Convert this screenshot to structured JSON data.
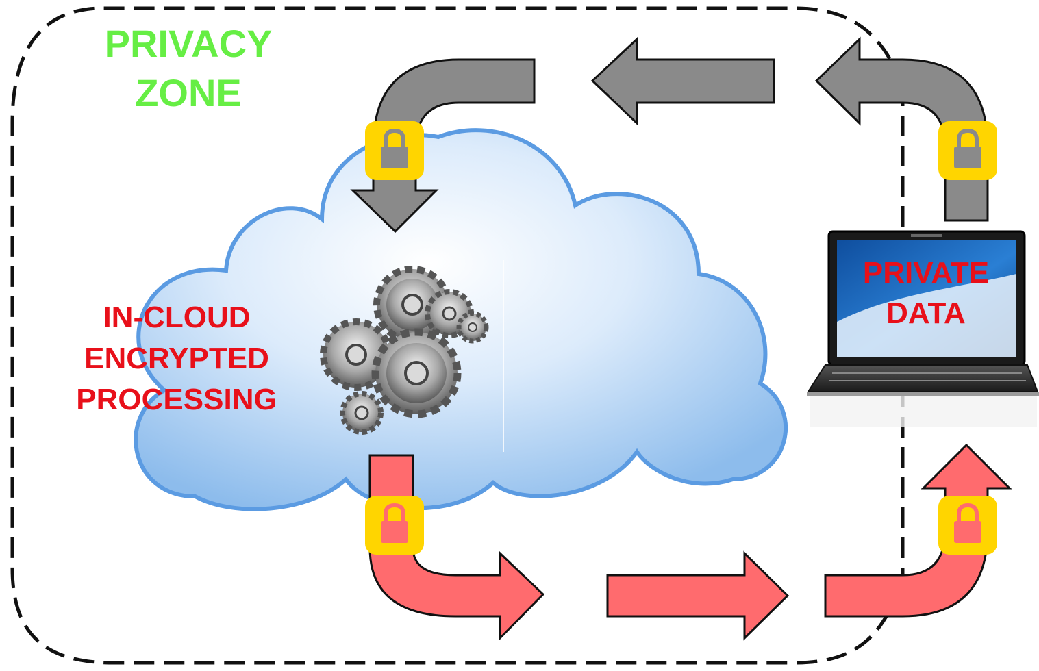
{
  "zone": {
    "title_line1": "PRIVACY",
    "title_line2": "ZONE",
    "title_color": "#66ee44"
  },
  "cloud": {
    "label_lines": [
      "IN-CLOUD",
      "ENCRYPTED",
      "PROCESSING"
    ],
    "label_color": "#e8101a",
    "icon": "gears-icon"
  },
  "laptop": {
    "label_line1": "PRIVATE",
    "label_line2": "DATA",
    "label_color": "#e8101a",
    "icon": "laptop-icon"
  },
  "flows": {
    "upload_color": "#8a8a8a",
    "download_color": "#ff6b6e",
    "lock_color": "#ffd500"
  }
}
